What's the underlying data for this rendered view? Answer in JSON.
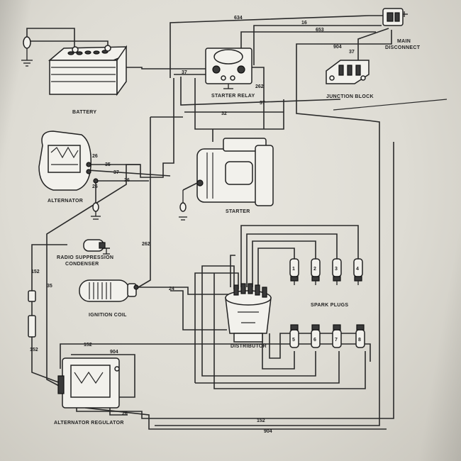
{
  "components": {
    "battery": "BATTERY",
    "starter_relay": "STARTER RELAY",
    "main_disconnect_line1": "MAIN",
    "main_disconnect_line2": "DISCONNECT",
    "junction_block": "JUNCTION BLOCK",
    "alternator": "ALTERNATOR",
    "starter": "STARTER",
    "radio_condenser_line1": "RADIO SUPPRESSION",
    "radio_condenser_line2": "CONDENSER",
    "ignition_coil": "IGNITION COIL",
    "spark_plugs": "SPARK PLUGS",
    "distributor": "DISTRIBUTOR",
    "alternator_regulator": "ALTERNATOR REGULATOR"
  },
  "wires": {
    "w634": "634",
    "w16": "16",
    "w653": "653",
    "w904_top": "904",
    "w37_jb": "37",
    "w37_relay": "37",
    "w262_relay": "262",
    "w37_mid": "37",
    "w32": "32",
    "w26_alt": "26",
    "w35": "35",
    "w37_alt": "37",
    "w26_alt2": "26",
    "w26_gnd": "26",
    "w262_left": "262",
    "w152_left": "152",
    "w35_left": "35",
    "w152_low": "152",
    "w24": "24",
    "w152_reg": "152",
    "w904_reg": "904",
    "w26_reg": "26",
    "w152_bottom": "152",
    "w904_bottom": "904"
  },
  "spark_plug_numbers": [
    "1",
    "2",
    "3",
    "4",
    "5",
    "6",
    "7",
    "8"
  ]
}
